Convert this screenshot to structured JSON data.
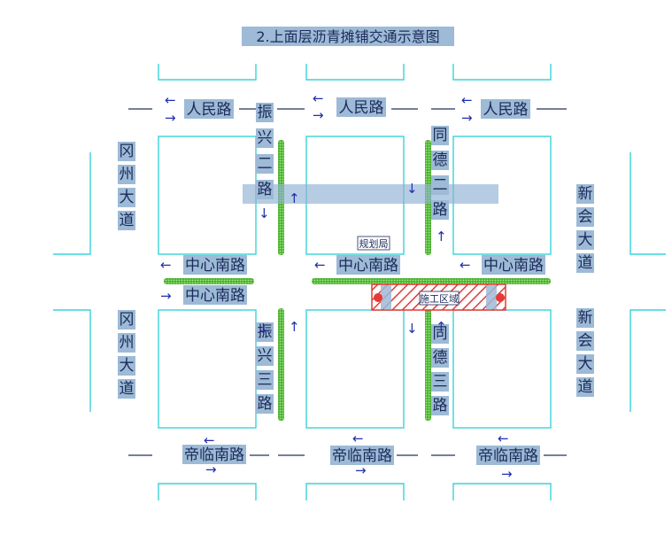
{
  "title": "2.上面层沥青摊铺交通示意图",
  "colors": {
    "block_outline": "#39d3d8",
    "label_highlight": "#9dbad6",
    "arrow": "#1f2fae",
    "green_strip": "#6fd24a",
    "work_zone": "#e53935"
  },
  "roads": {
    "renmin_road": "人民路",
    "zhongxin_south_road": "中心南路",
    "dilin_south_road": "帝临南路",
    "gangzhou_avenue": "冈州大道",
    "xinhui_avenue": "新会大道",
    "zhenxing_2nd_road": "振兴二路",
    "zhenxing_3rd_road": "振兴三路",
    "tongde_2nd_road": "同德二路",
    "tongde_3rd_road": "同德三路"
  },
  "landmarks": {
    "planning_bureau": "规划局",
    "work_zone": "施工区域"
  },
  "arrows": {
    "left": "←",
    "right": "→",
    "up": "↑",
    "down": "↓"
  }
}
